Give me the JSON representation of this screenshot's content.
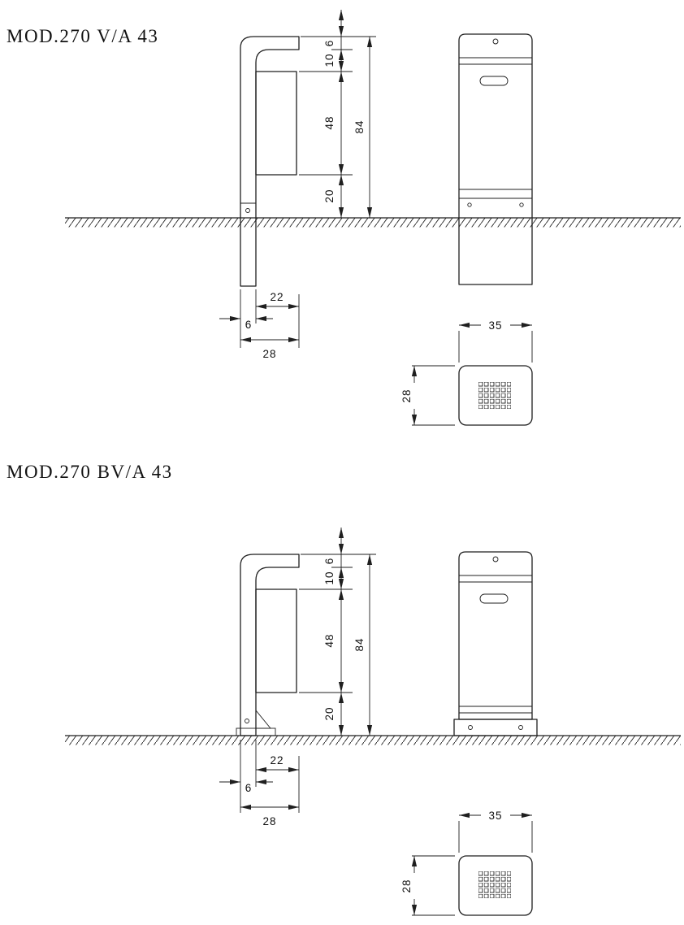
{
  "drawings": [
    {
      "title": "MOD.270 V/A 43",
      "mount": "in-ground",
      "dims": {
        "cap_height": "6",
        "head_gap": "10",
        "body_height": "48",
        "ground_clearance": "20",
        "total_height": "84",
        "bin_depth": "22",
        "post_depth": "6",
        "overall_depth": "28",
        "plan_width": "35",
        "plan_depth": "28"
      }
    },
    {
      "title": "MOD.270 BV/A 43",
      "mount": "base-plate",
      "dims": {
        "cap_height": "6",
        "head_gap": "10",
        "body_height": "48",
        "ground_clearance": "20",
        "total_height": "84",
        "bin_depth": "22",
        "post_depth": "6",
        "overall_depth": "28",
        "plan_width": "35",
        "plan_depth": "28"
      }
    }
  ]
}
